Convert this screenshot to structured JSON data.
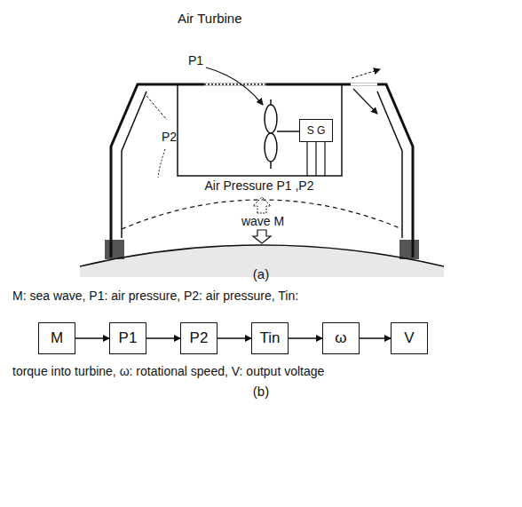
{
  "diagram": {
    "nodes": [
      {
        "text": [
          "S G"
        ]
      },
      {
        "text": [
          "M"
        ]
      },
      {
        "text": [
          "P1"
        ]
      },
      {
        "text": [
          "P2"
        ]
      },
      {
        "text": [
          "Tin"
        ]
      },
      {
        "text": [
          "ω"
        ]
      },
      {
        "text": [
          "V"
        ]
      }
    ],
    "edges": [
      {
        "from": 1,
        "to": 2,
        "arrow": "to"
      },
      {
        "from": 2,
        "to": 3,
        "arrow": "to"
      },
      {
        "from": 3,
        "to": 4,
        "arrow": "to"
      },
      {
        "from": 4,
        "to": 5,
        "arrow": "to"
      },
      {
        "from": 5,
        "to": 6,
        "arrow": "to"
      }
    ],
    "labels": [
      "Air Turbine",
      "P1",
      "P2",
      "Air Pressure P1 ,P2",
      "wave M",
      "(a)",
      "M: sea wave, P1: air pressure, P2: air pressure, Tin:",
      "torque into turbine, ω: rotational speed, V: output voltage",
      "(b)"
    ]
  }
}
